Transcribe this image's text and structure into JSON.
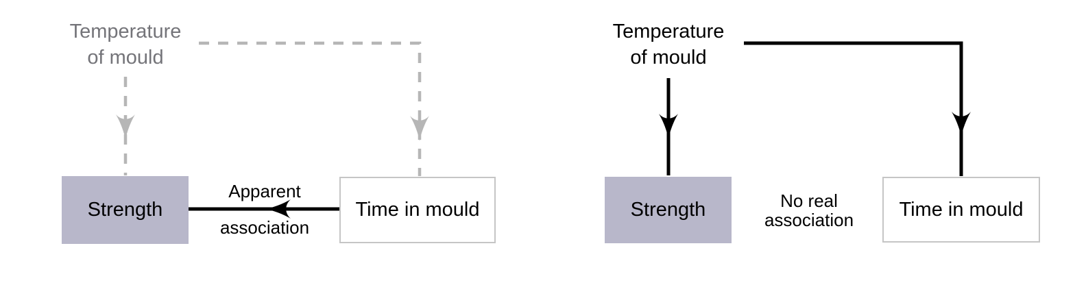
{
  "figure_type": "causal-diagram-confounding-comparison",
  "colors": {
    "background": "#ffffff",
    "muted_text": "#747479",
    "muted_line": "#b6b6b6",
    "solid_line": "#000000",
    "strength_box_fill": "#b8b7ca",
    "time_box_border": "#c5c5c5",
    "time_box_fill": "#ffffff"
  },
  "left_panel": {
    "style": "confounder shown muted with dashed gray arrows",
    "confounder_label": "Temperature\nof mould",
    "strength_box_label": "Strength",
    "time_box_label": "Time in mould",
    "association_line1": "Apparent",
    "association_line2": "association",
    "has_arrow_between_boxes": true
  },
  "right_panel": {
    "style": "confounder shown emphasized with solid black arrows",
    "confounder_label": "Temperature\nof mould",
    "strength_box_label": "Strength",
    "time_box_label": "Time in mould",
    "association_line1": "No real",
    "association_line2": "association",
    "has_arrow_between_boxes": false
  }
}
